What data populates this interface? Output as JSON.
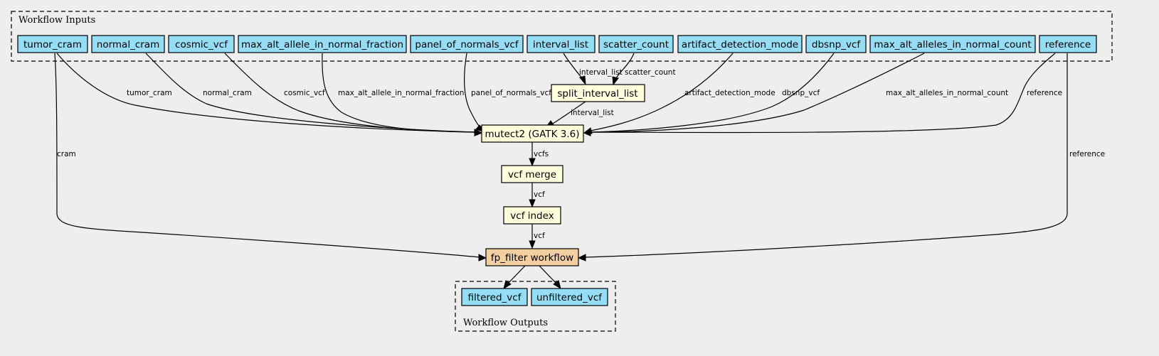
{
  "clusters": {
    "inputs_title": "Workflow Inputs",
    "outputs_title": "Workflow Outputs"
  },
  "colors": {
    "io_node": "#94ddf4",
    "step_node": "#ffffdc",
    "subworkflow_node": "#f3cea1",
    "background": "#eeeeee"
  },
  "nodes": {
    "tumor_cram": "tumor_cram",
    "normal_cram": "normal_cram",
    "cosmic_vcf": "cosmic_vcf",
    "max_alt_allele_in_normal_fraction": "max_alt_allele_in_normal_fraction",
    "panel_of_normals_vcf": "panel_of_normals_vcf",
    "interval_list": "interval_list",
    "scatter_count": "scatter_count",
    "artifact_detection_mode": "artifact_detection_mode",
    "dbsnp_vcf": "dbsnp_vcf",
    "max_alt_alleles_in_normal_count": "max_alt_alleles_in_normal_count",
    "reference": "reference",
    "split_interval_list": "split_interval_list",
    "mutect2": "mutect2 (GATK 3.6)",
    "vcf_merge": "vcf merge",
    "vcf_index": "vcf index",
    "fp_filter": "fp_filter workflow",
    "filtered_vcf": "filtered_vcf",
    "unfiltered_vcf": "unfiltered_vcf"
  },
  "edge_labels": {
    "tumor_cram": "tumor_cram",
    "normal_cram": "normal_cram",
    "cosmic_vcf": "cosmic_vcf",
    "max_alt_allele_in_normal_fraction": "max_alt_allele_in_normal_fraction",
    "panel_of_normals_vcf": "panel_of_normals_vcf",
    "interval_list_to_split": "interval_list",
    "scatter_count": "scatter_count",
    "split_to_mutect": "interval_list",
    "artifact_detection_mode": "artifact_detection_mode",
    "dbsnp_vcf": "dbsnp_vcf",
    "max_alt_alleles_in_normal_count": "max_alt_alleles_in_normal_count",
    "reference_to_mutect": "reference",
    "cram": "cram",
    "reference_to_filter": "reference",
    "vcfs": "vcfs",
    "vcf_merge_out": "vcf",
    "vcf_index_out": "vcf"
  }
}
